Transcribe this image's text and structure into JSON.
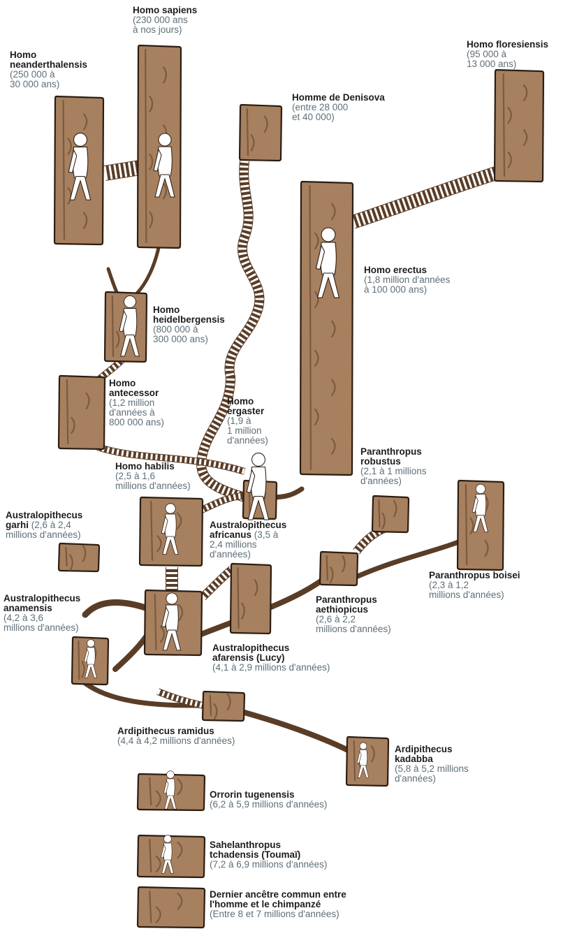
{
  "diagram": {
    "species": [
      {
        "id": "sapiens",
        "name": [
          "Homo sapiens"
        ],
        "date": [
          "(230 000 ans",
          "à nos jours)"
        ]
      },
      {
        "id": "neanderthalensis",
        "name": [
          "Homo",
          "neanderthalensis"
        ],
        "date": [
          "(250 000 à",
          "30 000 ans)"
        ]
      },
      {
        "id": "denisova",
        "name": [
          "Homme de Denisova"
        ],
        "date": [
          "(entre 28 000",
          "et 40 000)"
        ]
      },
      {
        "id": "floresiensis",
        "name": [
          "Homo floresiensis"
        ],
        "date": [
          "(95 000 à",
          "13 000 ans)"
        ]
      },
      {
        "id": "erectus",
        "name": [
          "Homo erectus"
        ],
        "date": [
          "(1,8 million d'années",
          "à 100 000 ans)"
        ]
      },
      {
        "id": "heidelbergensis",
        "name": [
          "Homo",
          "heidelbergensis"
        ],
        "date": [
          "(800 000 à",
          "300 000 ans)"
        ]
      },
      {
        "id": "antecessor",
        "name": [
          "Homo",
          "antecessor"
        ],
        "date": [
          "(1,2 million",
          "d'années à",
          "800 000 ans)"
        ]
      },
      {
        "id": "ergaster",
        "name": [
          "Homo",
          "ergaster"
        ],
        "date": [
          "(1,9 à",
          "1 million",
          "d'années)"
        ]
      },
      {
        "id": "habilis",
        "name": [
          "Homo habilis"
        ],
        "date": [
          "(2,5 à 1,6",
          "millions d'années)"
        ]
      },
      {
        "id": "p_robustus",
        "name": [
          "Paranthropus",
          "robustus"
        ],
        "date": [
          "(2,1 à 1 millions",
          "d'années)"
        ]
      },
      {
        "id": "garhi",
        "name": [
          "Australopithecus"
        ],
        "date": [],
        "rich": [
          [
            {
              "t": "garhi",
              "b": true
            },
            {
              "t": " (2,6 à 2,4"
            }
          ],
          [
            {
              "t": "millions d'années)"
            }
          ]
        ]
      },
      {
        "id": "africanus",
        "name": [
          "Australopithecus"
        ],
        "date": [],
        "rich": [
          [
            {
              "t": "africanus",
              "b": true
            },
            {
              "t": " (3,5 à"
            }
          ],
          [
            {
              "t": "2,4 millions"
            }
          ],
          [
            {
              "t": "d'années)"
            }
          ]
        ]
      },
      {
        "id": "p_boisei",
        "name": [
          "Paranthropus boisei"
        ],
        "date": [
          "(2,3 à 1,2",
          "millions d'années)"
        ]
      },
      {
        "id": "anamensis",
        "name": [
          "Australopithecus",
          "anamensis"
        ],
        "date": [
          "(4,2 à 3,6",
          "millions d'années)"
        ]
      },
      {
        "id": "p_aethiopicus",
        "name": [
          "Paranthropus",
          "aethiopicus"
        ],
        "date": [
          "(2,6 à 2,2",
          "millions d'années)"
        ]
      },
      {
        "id": "afarensis",
        "name": [
          "Australopithecus",
          "afarensis (Lucy)"
        ],
        "date": [
          "(4,1 à 2,9 millions d'années)"
        ]
      },
      {
        "id": "ramidus",
        "name": [
          "Ardipithecus ramidus"
        ],
        "date": [
          "(4,4 à 4,2 millions d'années)"
        ]
      },
      {
        "id": "kadabba",
        "name": [
          "Ardipithecus",
          "kadabba"
        ],
        "date": [
          "(5,8 à 5,2 millions",
          "d'années)"
        ]
      },
      {
        "id": "orrorin",
        "name": [
          "Orrorin tugenensis"
        ],
        "date": [
          "(6,2 à 5,9 millions d'années)"
        ]
      },
      {
        "id": "sahelanthropus",
        "name": [
          "Sahelanthropus",
          "tchadensis (Toumaï)"
        ],
        "date": [
          "(7,2 à 6,9 millions d'années)"
        ]
      },
      {
        "id": "lca",
        "name": [
          "Dernier ancêtre commun entre",
          "l'homme et le chimpanzé"
        ],
        "date": [
          "(Entre 8 et 7 millions d'années)"
        ]
      }
    ],
    "colors": {
      "wood": "#a6805f",
      "bark": "#2b1d12",
      "branch": "#5a3d27",
      "date_text": "#5d6f78",
      "name_text": "#1c1c1c"
    }
  }
}
